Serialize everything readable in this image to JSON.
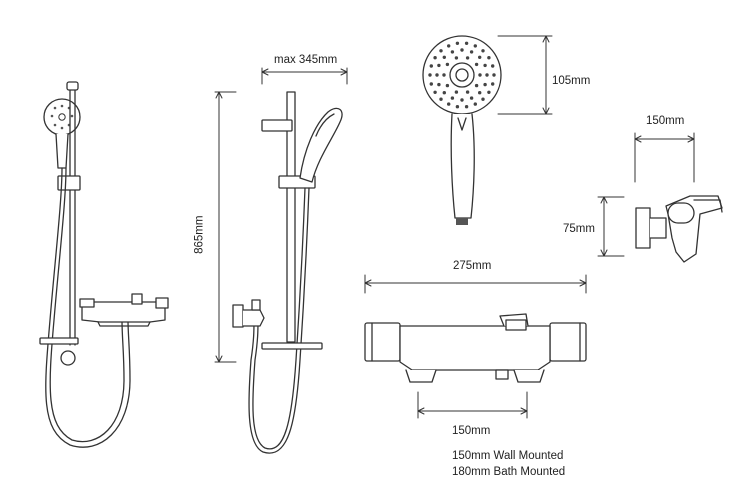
{
  "dimensions": {
    "max_width": "max 345mm",
    "height": "865mm",
    "head_diameter": "105mm",
    "bar_valve_width": "275mm",
    "wall_offset": "150mm",
    "valve_depth": "75mm",
    "centres": "150mm"
  },
  "notes": {
    "wall": "150mm Wall Mounted",
    "bath": "180mm Bath Mounted"
  },
  "colors": {
    "line": "#333333",
    "background": "#ffffff"
  }
}
